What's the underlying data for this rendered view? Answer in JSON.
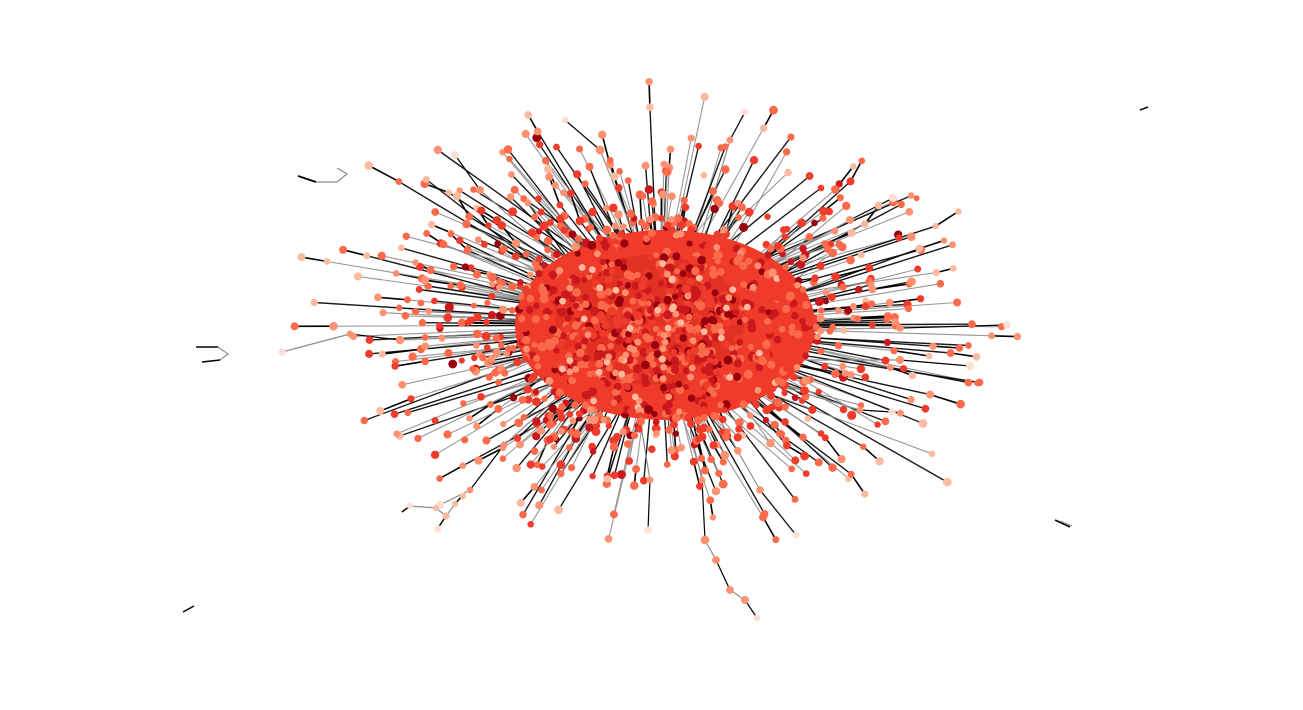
{
  "figure": {
    "type": "network-graph",
    "layout": "force-directed",
    "axes_visible": false,
    "background": "#ffffff",
    "node_color_scale": [
      "#fee0d2",
      "#fcbba1",
      "#fc9272",
      "#fb6a4a",
      "#ef3b2c",
      "#cb181d",
      "#99000d"
    ],
    "edge_colors": [
      "#000000",
      "#8c8c8c"
    ],
    "main_component_color": "#f03b2b",
    "components": [
      {
        "name": "main-cluster",
        "kind": "giant-component"
      },
      {
        "name": "isolated-edge-top-right",
        "kind": "pair"
      },
      {
        "name": "isolated-path-top-left",
        "kind": "small-path"
      },
      {
        "name": "isolated-path-left",
        "kind": "small-path"
      },
      {
        "name": "isolated-cluster-bottom-left",
        "kind": "small-tree"
      },
      {
        "name": "isolated-edge-bottom-right",
        "kind": "pair"
      },
      {
        "name": "isolated-edge-bottom-far-left",
        "kind": "pair"
      }
    ]
  }
}
